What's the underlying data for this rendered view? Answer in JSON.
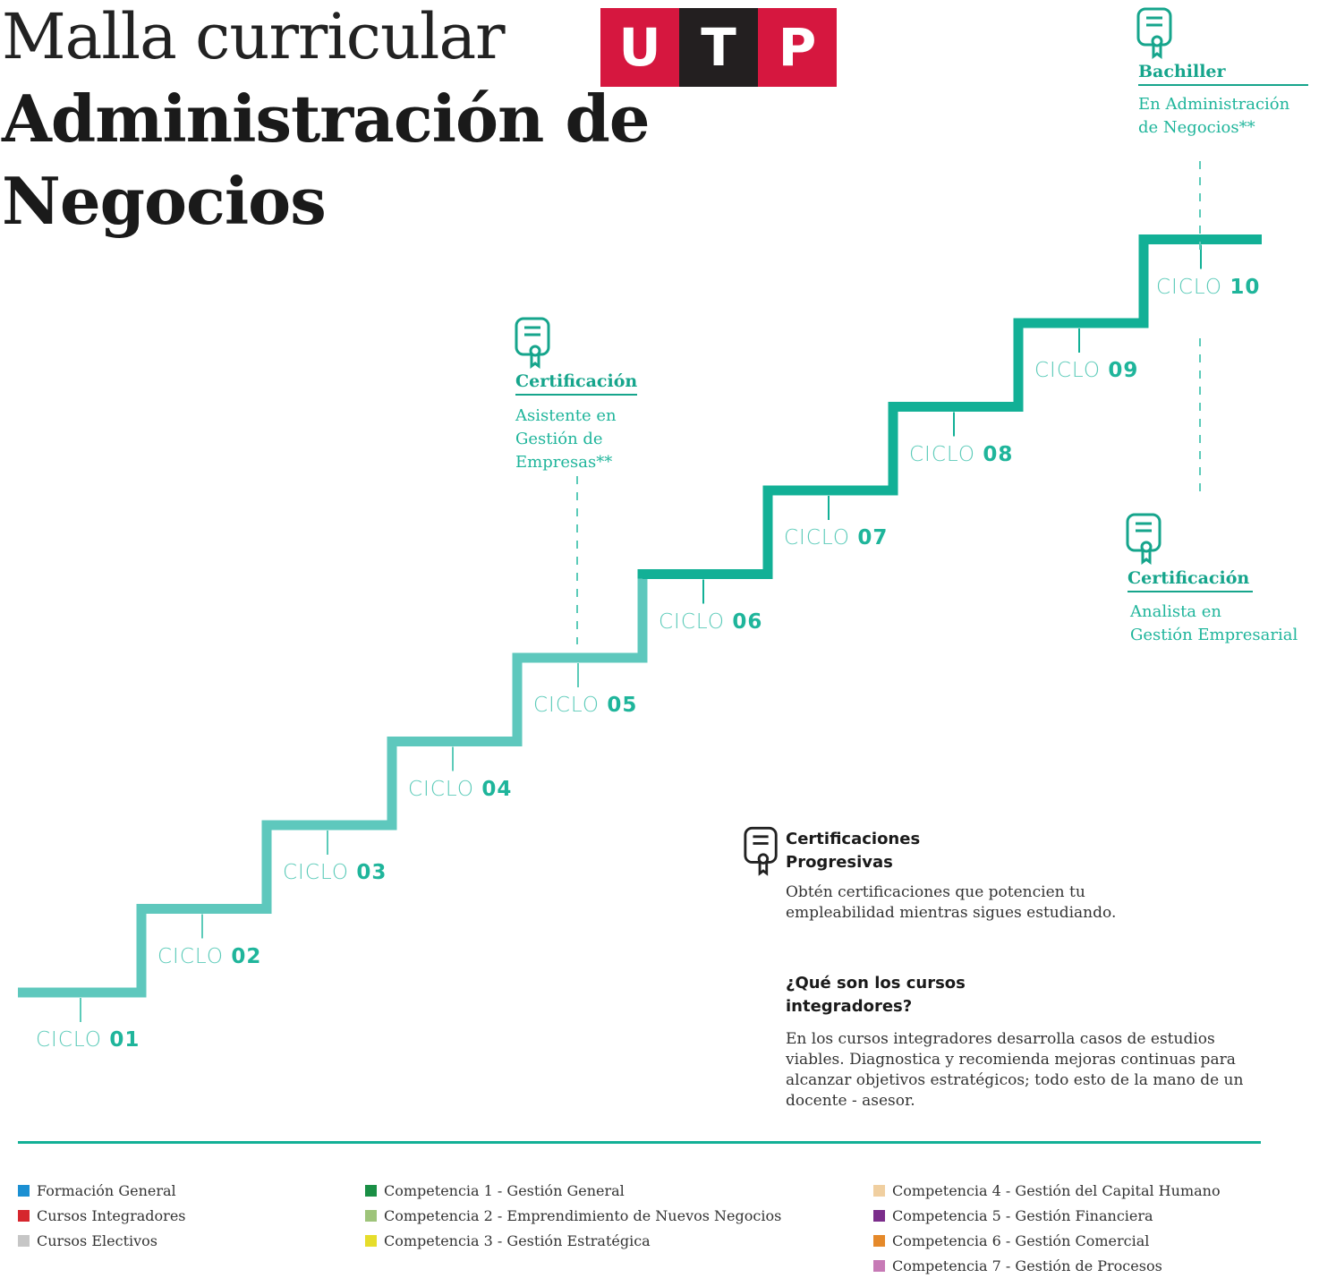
{
  "header": {
    "title_line1": "Malla curricular",
    "title_line2": "Administración de",
    "title_line3": "Negocios",
    "logo": {
      "letters": [
        "U",
        "T",
        "P"
      ],
      "colors": [
        "#d6173f",
        "#231f20",
        "#d6173f"
      ]
    }
  },
  "cycles": [
    {
      "word": "CICLO",
      "num": "01"
    },
    {
      "word": "CICLO",
      "num": "02"
    },
    {
      "word": "CICLO",
      "num": "03"
    },
    {
      "word": "CICLO",
      "num": "04"
    },
    {
      "word": "CICLO",
      "num": "05"
    },
    {
      "word": "CICLO",
      "num": "06"
    },
    {
      "word": "CICLO",
      "num": "07"
    },
    {
      "word": "CICLO",
      "num": "08"
    },
    {
      "word": "CICLO",
      "num": "09"
    },
    {
      "word": "CICLO",
      "num": "10"
    }
  ],
  "stair_colors": {
    "light": "#5ec8bd",
    "dark": "#12b096"
  },
  "certifications": [
    {
      "title": "Certificación",
      "desc": [
        "Asistente en",
        "Gestión de",
        "Empresas**"
      ]
    },
    {
      "title": "Bachiller",
      "desc": [
        "En Administración",
        "de Negocios**"
      ]
    },
    {
      "title": "Certificación",
      "desc": [
        "Analista en",
        "Gestión Empresarial"
      ]
    }
  ],
  "info": {
    "cert_heading": [
      "Certificaciones",
      "Progresivas"
    ],
    "cert_text": [
      "Obtén certificaciones que potencien tu",
      "empleabilidad mientras sigues estudiando."
    ],
    "integ_heading": [
      "¿Qué son los cursos",
      "integradores?"
    ],
    "integ_text": [
      "En los cursos integradores desarrolla casos de estudios",
      "viables. Diagnostica y recomienda mejoras continuas para",
      "alcanzar objetivos estratégicos; todo esto de la mano de un",
      "docente - asesor."
    ]
  },
  "legend": [
    [
      {
        "label": "Formación General",
        "color": "#1b8fd2"
      },
      {
        "label": "Cursos Integradores",
        "color": "#d6262d"
      },
      {
        "label": "Cursos Electivos",
        "color": "#c6c6c6"
      }
    ],
    [
      {
        "label": "Competencia 1 - Gestión General",
        "color": "#1a8f45"
      },
      {
        "label": "Competencia 2 - Emprendimiento de Nuevos Negocios",
        "color": "#9ec47a"
      },
      {
        "label": "Competencia 3 - Gestión Estratégica",
        "color": "#e6dd2b"
      }
    ],
    [
      {
        "label": "Competencia 4 - Gestión del Capital Humano",
        "color": "#f0cfa0"
      },
      {
        "label": "Competencia 5 - Gestión Financiera",
        "color": "#7b2d8b"
      },
      {
        "label": "Competencia 6 - Gestión Comercial",
        "color": "#e5892a"
      },
      {
        "label": "Competencia 7 - Gestión de Procesos",
        "color": "#c77ab6"
      }
    ]
  ]
}
